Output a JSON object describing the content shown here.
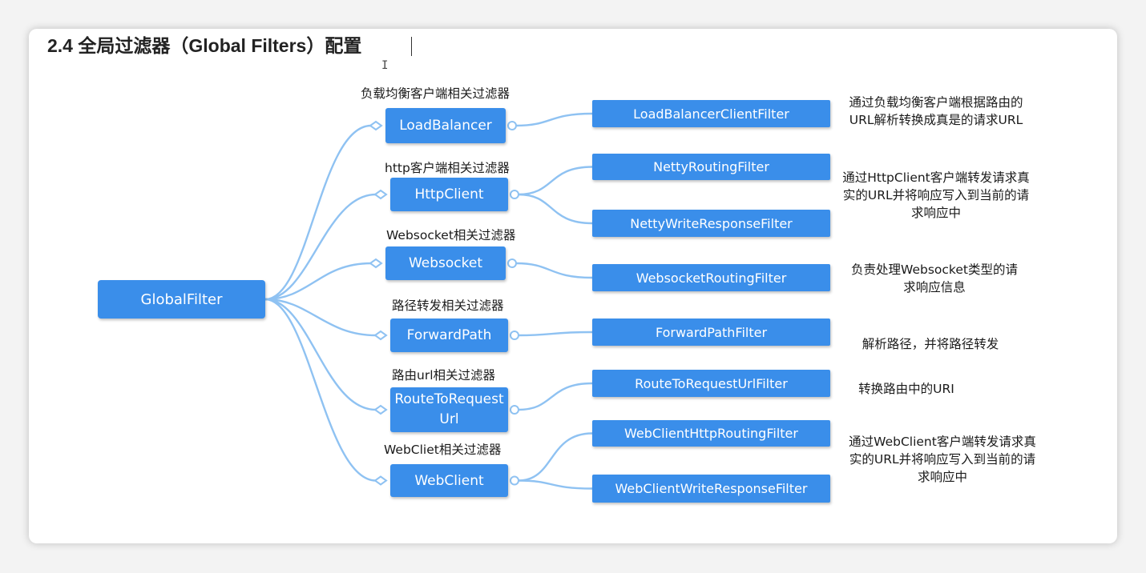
{
  "title": "2.4 全局过滤器（Global Filters）配置",
  "colors": {
    "box_fill": "#3a8eea",
    "connector": "#8fc2f2",
    "text": "#1a1a1a"
  },
  "root": {
    "label": "GlobalFilter"
  },
  "groups": [
    {
      "label": "负载均衡客户端相关过滤器",
      "category": "LoadBalancer",
      "filters": [
        "LoadBalancerClientFilter"
      ],
      "description": "通过负载均衡客户端根据路由的URL解析转换成真是的请求URL"
    },
    {
      "label": "http客户端相关过滤器",
      "category": "HttpClient",
      "filters": [
        "NettyRoutingFilter",
        "NettyWriteResponseFilter"
      ],
      "description": "通过HttpClient客户端转发请求真实的URL并将响应写入到当前的请求响应中"
    },
    {
      "label": "Websocket相关过滤器",
      "category": "Websocket",
      "filters": [
        "WebsocketRoutingFilter"
      ],
      "description": "负责处理Websocket类型的请求响应信息"
    },
    {
      "label": "路径转发相关过滤器",
      "category": "ForwardPath",
      "filters": [
        "ForwardPathFilter"
      ],
      "description": "解析路径，并将路径转发"
    },
    {
      "label": "路由url相关过滤器",
      "category": "RouteToRequestUrl",
      "filters": [
        "RouteToRequestUrlFilter"
      ],
      "description": "转换路由中的URI"
    },
    {
      "label": "WebCliet相关过滤器",
      "category": "WebClient",
      "filters": [
        "WebClientHttpRoutingFilter",
        "WebClientWriteResponseFilter"
      ],
      "description": "通过WebClient客户端转发请求真实的URL并将响应写入到当前的请求响应中"
    }
  ]
}
